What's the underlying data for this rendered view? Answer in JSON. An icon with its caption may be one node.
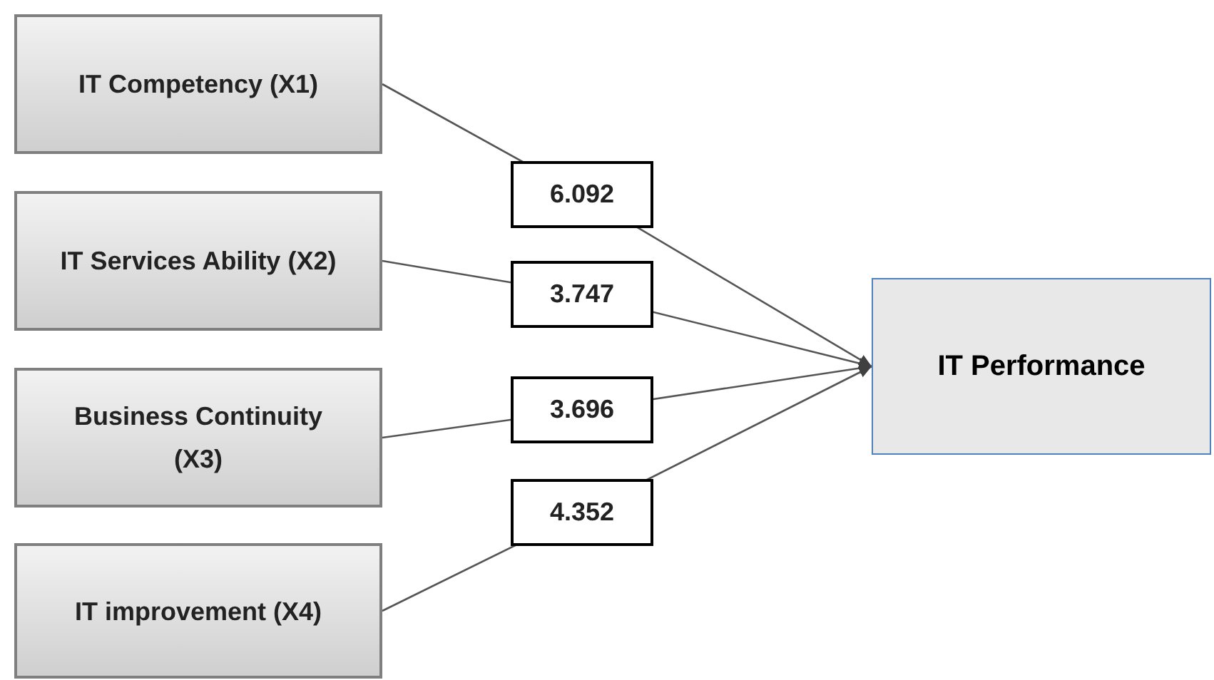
{
  "diagram": {
    "nodes": [
      {
        "text": [
          "IT Competency (X1)"
        ]
      },
      {
        "text": [
          "IT Services Ability (X2)"
        ]
      },
      {
        "text": [
          "Business Continuity (X3)"
        ]
      },
      {
        "text": [
          "IT improvement (X4)"
        ]
      },
      {
        "text": [
          "IT Performance"
        ]
      }
    ],
    "edges": [
      {
        "from": 0,
        "to": 4,
        "arrow": "to",
        "label": "6.092"
      },
      {
        "from": 1,
        "to": 4,
        "arrow": "to",
        "label": "3.747"
      },
      {
        "from": 2,
        "to": 4,
        "arrow": "to",
        "label": "3.696"
      },
      {
        "from": 3,
        "to": 4,
        "arrow": "to",
        "label": "4.352"
      }
    ]
  }
}
